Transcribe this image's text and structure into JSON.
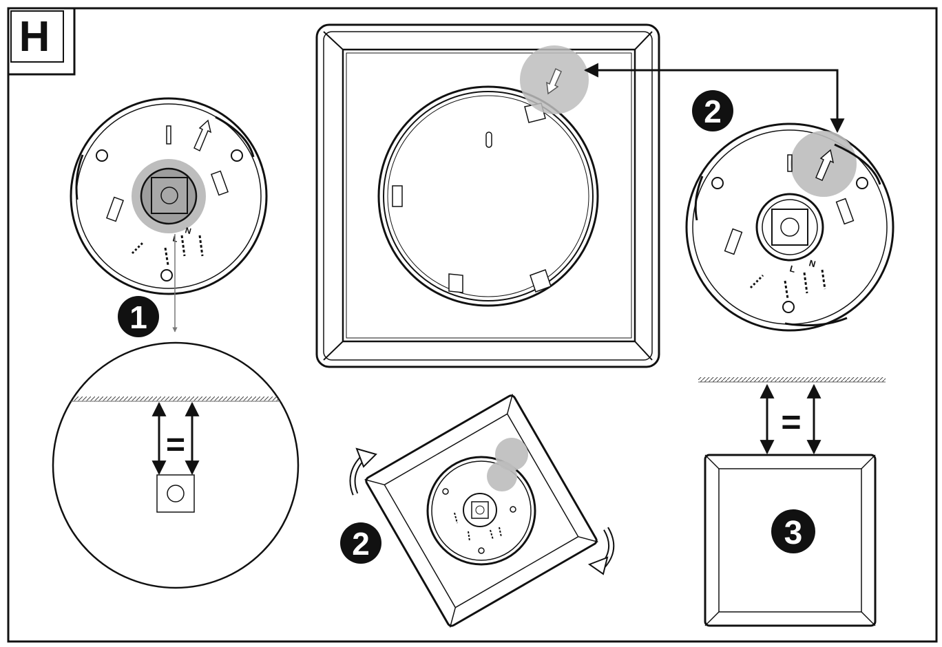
{
  "panel": {
    "letter": "H"
  },
  "steps": [
    {
      "number": "1"
    },
    {
      "number": "2"
    },
    {
      "number": "2"
    },
    {
      "number": "3"
    }
  ],
  "equal_signs": [
    "=",
    "="
  ],
  "wire_labels": {
    "live": "L",
    "neutral": "N"
  },
  "colors": {
    "line": "#111111",
    "highlight": "#bdbdbd",
    "background": "#ffffff"
  }
}
